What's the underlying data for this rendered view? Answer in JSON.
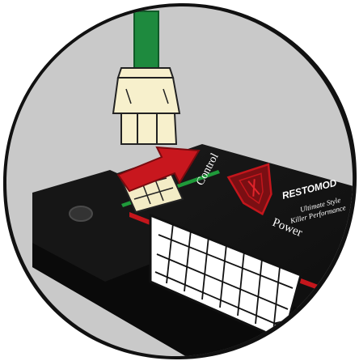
{
  "module": {
    "port_label_control": "Control",
    "port_label_power": "Power",
    "brand_text": "RESTOMOD",
    "tagline_line1": "Ultimate Style",
    "tagline_line2": "Killer Performance"
  },
  "colors": {
    "background_circle": "#c9c9c9",
    "module_body": "#141414",
    "module_edge": "#2a2a2a",
    "accent_red": "#c4161c",
    "accent_green": "#1f9a3a",
    "wire_green": "#1e8a3e",
    "connector_cream": "#f7f0cc",
    "arrow_red": "#c8171e"
  },
  "icons": [
    "shield-logo-icon",
    "insert-arrow-icon"
  ]
}
